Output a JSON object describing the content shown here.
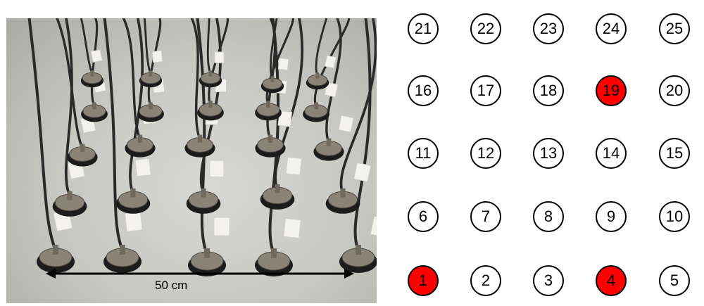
{
  "photo": {
    "scale_label": "50 cm"
  },
  "grid": {
    "highlight_color": "#ff0000",
    "rows": [
      [
        {
          "label": "21",
          "active": false
        },
        {
          "label": "22",
          "active": false
        },
        {
          "label": "23",
          "active": false
        },
        {
          "label": "24",
          "active": false
        },
        {
          "label": "25",
          "active": false
        }
      ],
      [
        {
          "label": "16",
          "active": false
        },
        {
          "label": "17",
          "active": false
        },
        {
          "label": "18",
          "active": false
        },
        {
          "label": "19",
          "active": true
        },
        {
          "label": "20",
          "active": false
        }
      ],
      [
        {
          "label": "11",
          "active": false
        },
        {
          "label": "12",
          "active": false
        },
        {
          "label": "13",
          "active": false
        },
        {
          "label": "14",
          "active": false
        },
        {
          "label": "15",
          "active": false
        }
      ],
      [
        {
          "label": "6",
          "active": false
        },
        {
          "label": "7",
          "active": false
        },
        {
          "label": "8",
          "active": false
        },
        {
          "label": "9",
          "active": false
        },
        {
          "label": "10",
          "active": false
        }
      ],
      [
        {
          "label": "1",
          "active": true
        },
        {
          "label": "2",
          "active": false
        },
        {
          "label": "3",
          "active": false
        },
        {
          "label": "4",
          "active": true
        },
        {
          "label": "5",
          "active": false
        }
      ]
    ]
  }
}
